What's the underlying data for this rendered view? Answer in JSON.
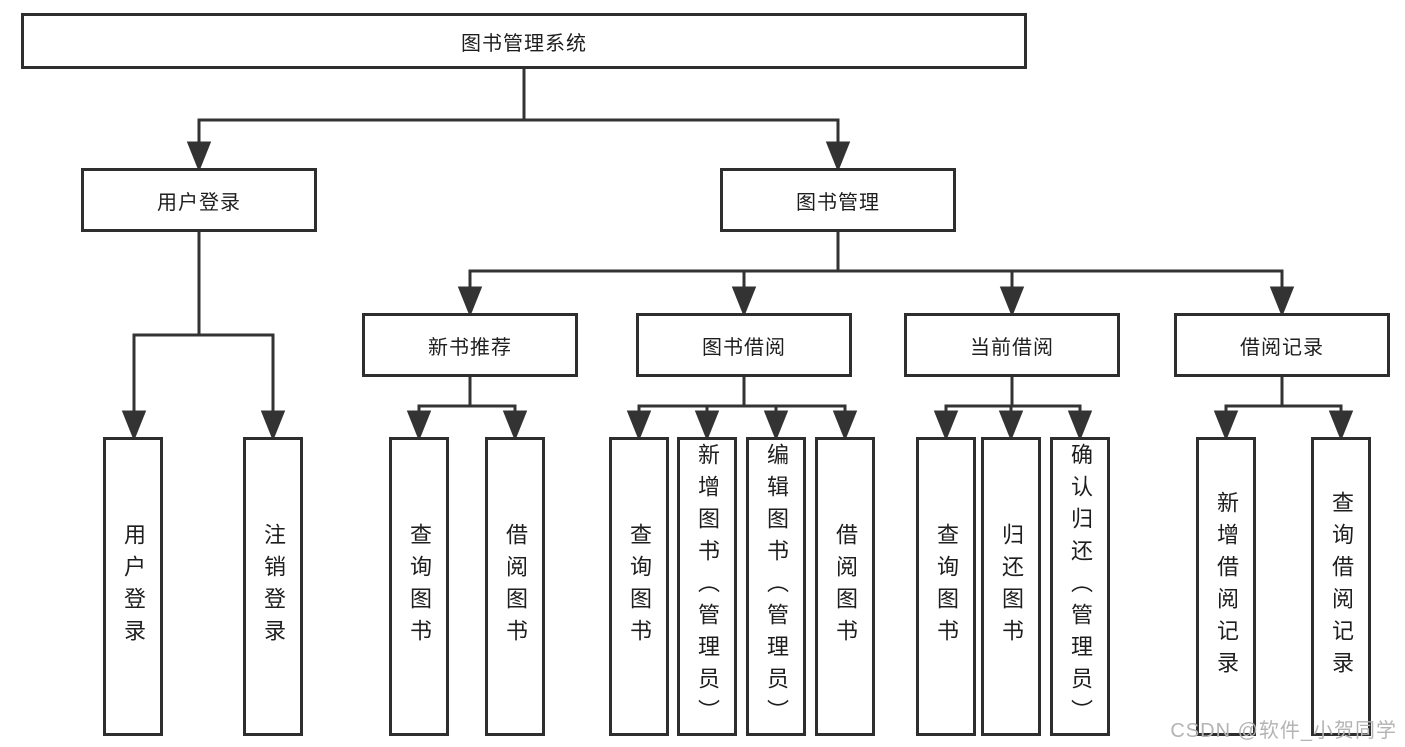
{
  "diagram": {
    "tree": {
      "label": "图书管理系统",
      "children": [
        {
          "label": "用户登录",
          "children": [
            {
              "label": "用户登录"
            },
            {
              "label": "注销登录"
            }
          ]
        },
        {
          "label": "图书管理",
          "children": [
            {
              "label": "新书推荐",
              "children": [
                {
                  "label": "查询图书"
                },
                {
                  "label": "借阅图书"
                }
              ]
            },
            {
              "label": "图书借阅",
              "children": [
                {
                  "label": "查询图书"
                },
                {
                  "label": "新增图书（管理员）"
                },
                {
                  "label": "编辑图书（管理员）"
                },
                {
                  "label": "借阅图书"
                }
              ]
            },
            {
              "label": "当前借阅",
              "children": [
                {
                  "label": "查询图书"
                },
                {
                  "label": "归还图书"
                },
                {
                  "label": "确认归还（管理员）"
                }
              ]
            },
            {
              "label": "借阅记录",
              "children": [
                {
                  "label": "新增借阅记录"
                },
                {
                  "label": "查询借阅记录"
                }
              ]
            }
          ]
        }
      ]
    },
    "colors": {
      "line": "#333333",
      "border": "#2e2e2e",
      "text": "#1e1e1e",
      "watermark": "#b4b4b4"
    },
    "watermark": "CSDN @软件_小贺同学"
  }
}
